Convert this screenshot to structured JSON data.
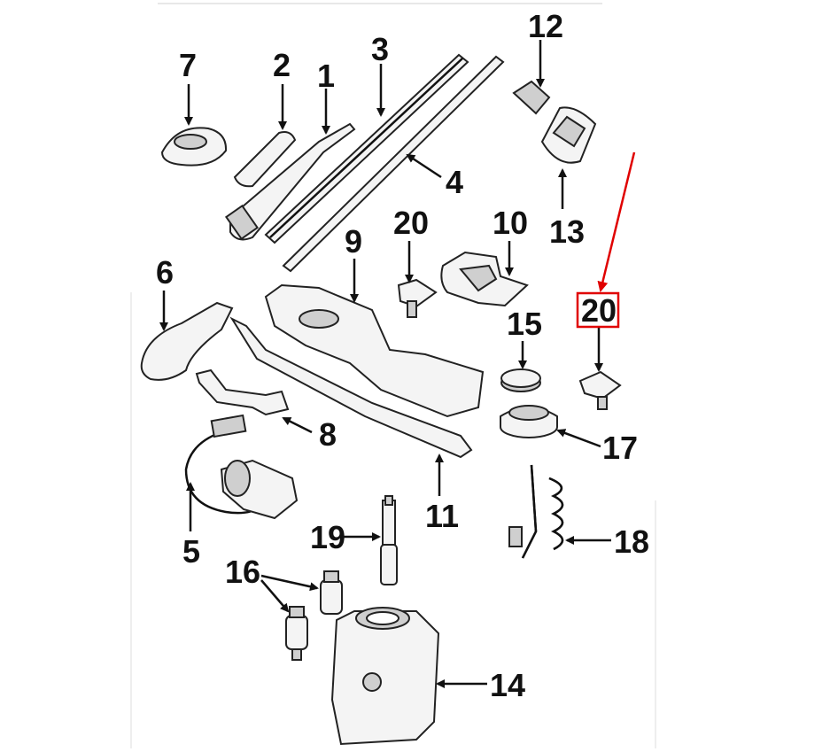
{
  "diagram": {
    "highlight_color": "#e00000",
    "callouts": {
      "c1": "1",
      "c2": "2",
      "c3": "3",
      "c4": "4",
      "c5": "5",
      "c6": "6",
      "c7": "7",
      "c8": "8",
      "c9": "9",
      "c10": "10",
      "c11": "11",
      "c12": "12",
      "c13": "13",
      "c14": "14",
      "c15": "15",
      "c16": "16",
      "c17": "17",
      "c18": "18",
      "c19": "19",
      "c20a": "20",
      "c20b": "20"
    }
  }
}
